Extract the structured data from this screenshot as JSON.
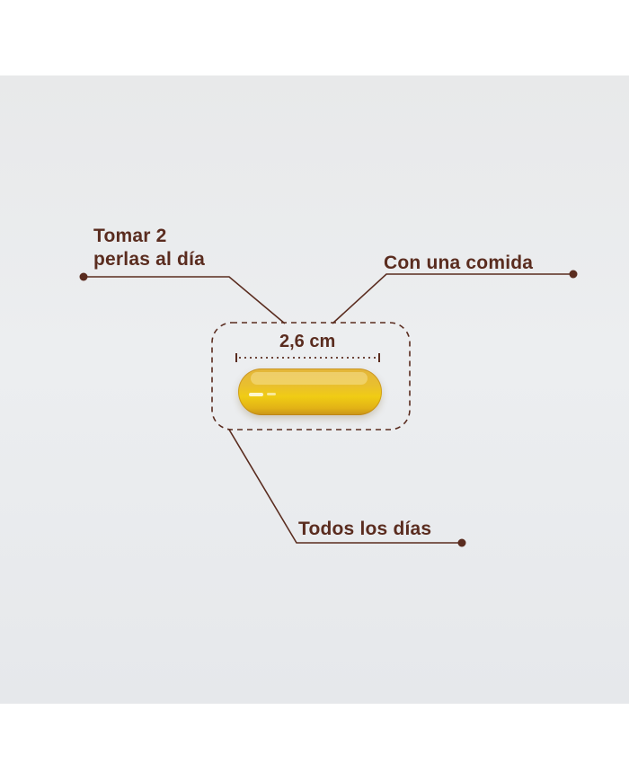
{
  "callouts": {
    "dosage": {
      "line1": "Tomar 2",
      "line2": "perlas al día"
    },
    "with_food": {
      "text": "Con una comida"
    },
    "frequency": {
      "text": "Todos los días"
    }
  },
  "measurement": {
    "text": "2,6 cm"
  },
  "colors": {
    "accent": "#5a2c1f",
    "panel_bg": "#e8e9ea",
    "capsule": "#e9bf2f"
  }
}
